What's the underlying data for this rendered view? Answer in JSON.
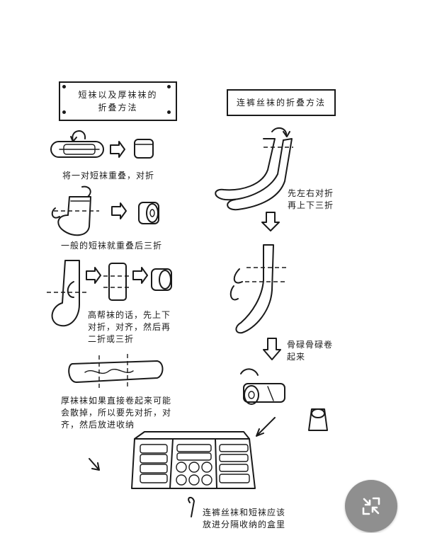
{
  "left_section": {
    "title_line1": "短袜以及厚袜袜的",
    "title_line2": "折叠方法",
    "step1_caption": "将一对短袜重叠，对折",
    "step2_caption": "一般的短袜就重叠后三折",
    "step3_caption": "高帮袜的话，先上下\n对折，对齐，然后再\n二折或三折",
    "step4_caption": "厚袜袜如果直接卷起来可能\n会散掉，所以要先对折，对\n齐，然后放进收纳"
  },
  "right_section": {
    "title": "连裤丝袜的折叠方法",
    "step1_caption": "先左右对折\n再上下三折",
    "step2_caption": "骨碌骨碌卷\n起来",
    "final_caption": "连裤丝袜和短袜应该\n放进分隔收纳的盒里"
  },
  "fab": {
    "icon": "shrink-arrows-icon",
    "color": "#8f8f8f"
  }
}
